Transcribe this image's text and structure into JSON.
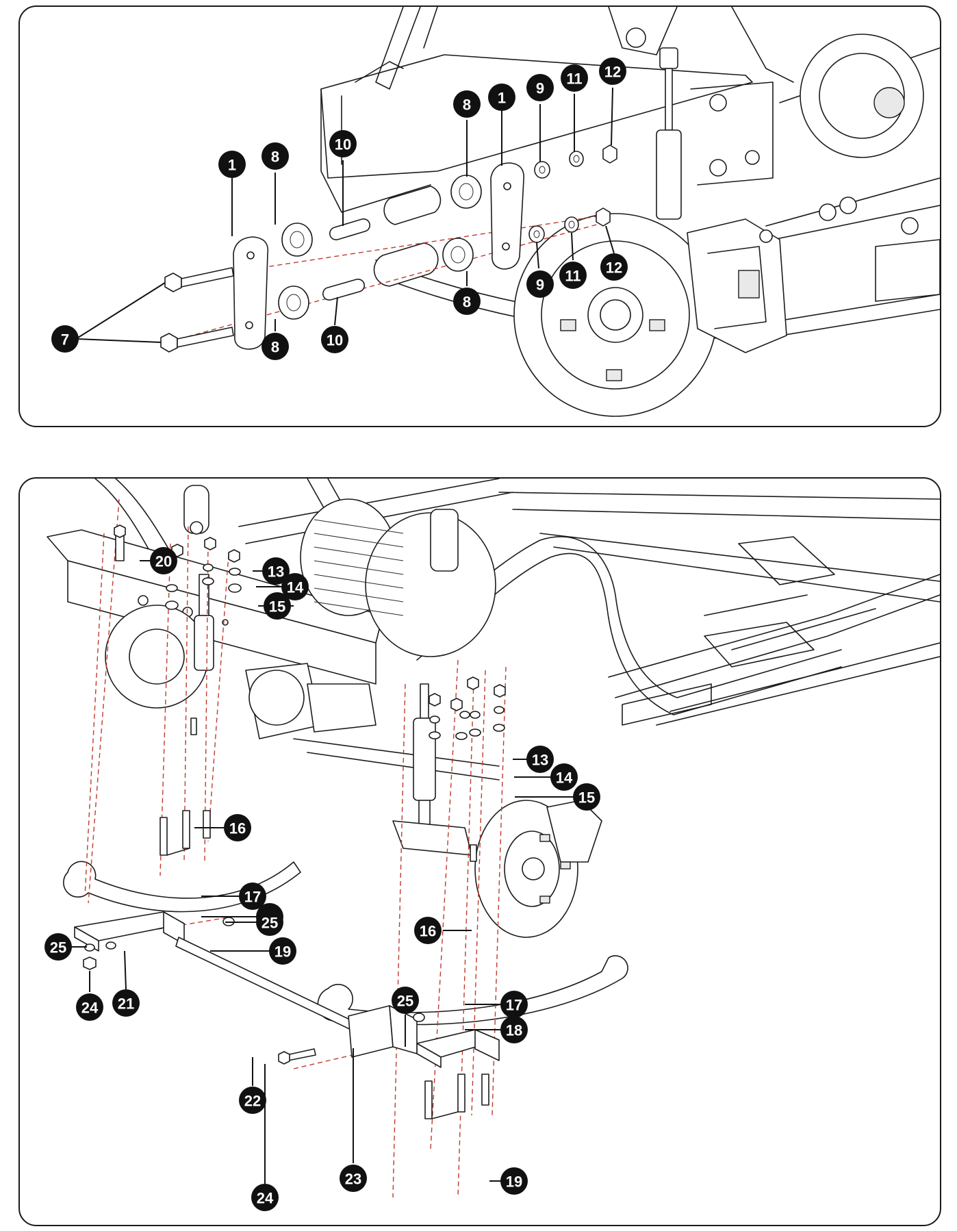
{
  "diagram": {
    "top_panel": {
      "callouts": [
        "1",
        "1",
        "7",
        "8",
        "8",
        "8",
        "8",
        "9",
        "9",
        "10",
        "10",
        "11",
        "11",
        "12",
        "12"
      ]
    },
    "bottom_panel": {
      "callouts": [
        "13",
        "14",
        "15",
        "13",
        "14",
        "15",
        "16",
        "16",
        "17",
        "17",
        "18",
        "18",
        "19",
        "19",
        "20",
        "21",
        "22",
        "23",
        "24",
        "24",
        "25",
        "25",
        "25"
      ]
    }
  },
  "colors": {
    "line": "#1b1b1b",
    "dashed_axis": "#c0392b",
    "callout_fill": "#111111",
    "callout_text": "#ffffff"
  }
}
